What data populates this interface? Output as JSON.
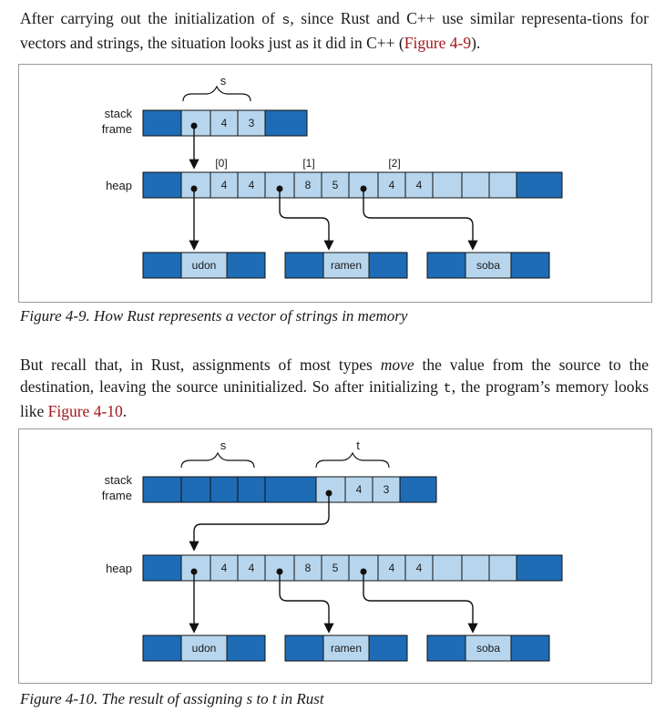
{
  "para1": {
    "a": "After carrying out the initialization of ",
    "code_s": "s",
    "b": ", since Rust and C++ use similar representa-tions for vectors and strings, the situation looks just as it did in C++ (",
    "link": "Figure 4-9",
    "c": ")."
  },
  "fig1": {
    "var_label": "s",
    "stack_label_1": "stack",
    "stack_label_2": "frame",
    "heap_label": "heap",
    "s_len": "4",
    "s_cap": "3",
    "idx": [
      "[0]",
      "[1]",
      "[2]"
    ],
    "elems": [
      [
        "4",
        "4"
      ],
      [
        "8",
        "5"
      ],
      [
        "4",
        "4"
      ]
    ],
    "strings": [
      "udon",
      "ramen",
      "soba"
    ],
    "caption": "Figure 4-9. How Rust represents a vector of strings in memory"
  },
  "para2": {
    "a": "But recall that, in Rust, assignments of most types ",
    "em": "move",
    "b": " the value from the source to the destination, leaving the source uninitialized. So after initializing ",
    "code_t": "t",
    "c": ", the program’s memory looks like ",
    "link": "Figure 4-10",
    "d": "."
  },
  "fig2": {
    "var_s": "s",
    "var_t": "t",
    "stack_label_1": "stack",
    "stack_label_2": "frame",
    "heap_label": "heap",
    "t_len": "4",
    "t_cap": "3",
    "elems": [
      [
        "4",
        "4"
      ],
      [
        "8",
        "5"
      ],
      [
        "4",
        "4"
      ]
    ],
    "strings": [
      "udon",
      "ramen",
      "soba"
    ],
    "caption": "Figure 4-10. The result of assigning s to t in Rust"
  },
  "colors": {
    "blue": "#1f6cb6",
    "light": "#b7d6ee",
    "link": "#a3161a"
  }
}
